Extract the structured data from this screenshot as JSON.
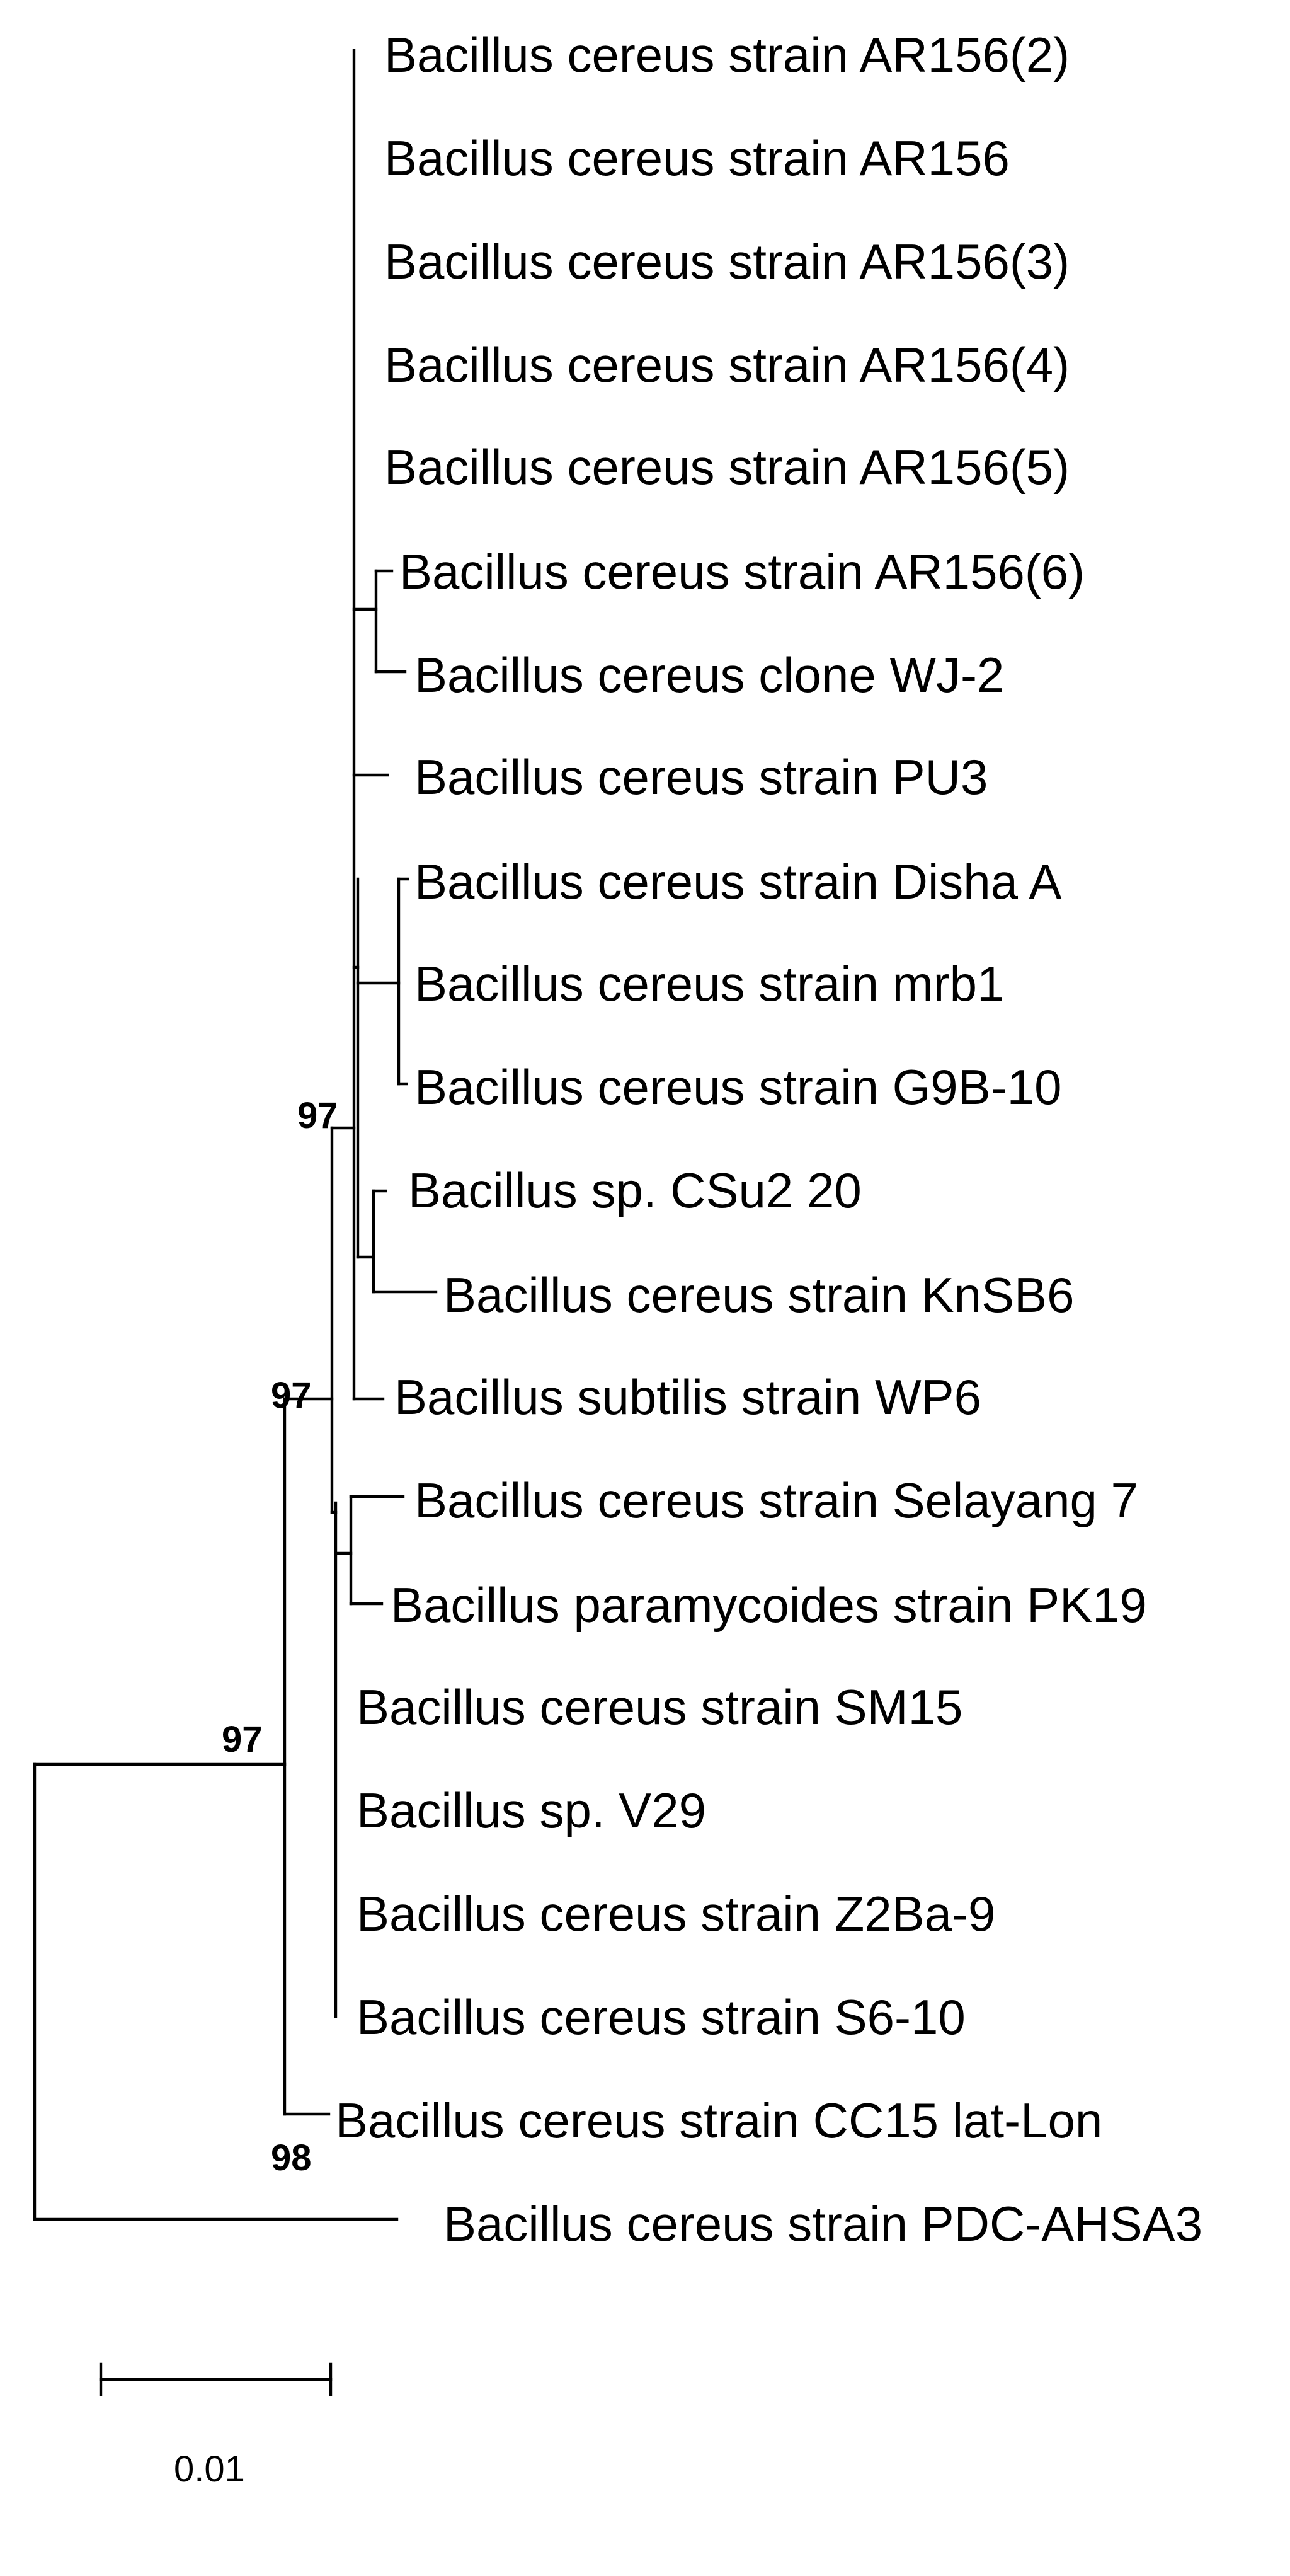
{
  "tree": {
    "leaves": [
      "Bacillus cereus strain AR156(2)",
      "Bacillus cereus strain AR156",
      "Bacillus cereus strain AR156(3)",
      "Bacillus cereus strain AR156(4)",
      "Bacillus cereus strain AR156(5)",
      "Bacillus cereus strain AR156(6)",
      "Bacillus cereus clone WJ-2",
      "Bacillus cereus strain PU3",
      "Bacillus cereus strain Disha A",
      "Bacillus cereus strain mrb1",
      "Bacillus cereus strain G9B-10",
      "Bacillus sp. CSu2 20",
      "Bacillus cereus strain KnSB6",
      "Bacillus subtilis strain WP6",
      "Bacillus cereus strain Selayang 7",
      "Bacillus paramycoides strain PK19",
      "Bacillus cereus strain SM15",
      "Bacillus sp. V29",
      "Bacillus cereus strain Z2Ba-9",
      "Bacillus cereus strain S6-10",
      "Bacillus cereus strain CC15 lat-Lon",
      "Bacillus cereus strain PDC-AHSA3"
    ],
    "bootstrap_values": [
      "97",
      "97",
      "97",
      "98"
    ]
  },
  "scale_bar": {
    "label": "0.01"
  },
  "colors": {
    "lines": "#000000",
    "text": "#000000",
    "background": "#ffffff"
  }
}
